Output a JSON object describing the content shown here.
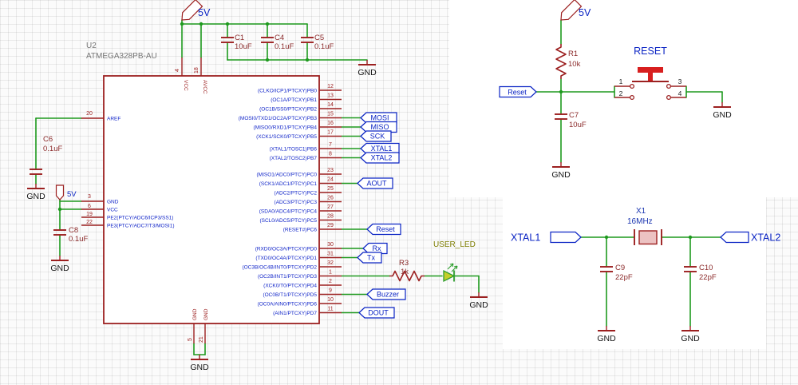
{
  "power": {
    "v5": "5V",
    "gnd": "GND"
  },
  "labels": {
    "reset_title": "RESET",
    "user_led": "USER_LED"
  },
  "nets": {
    "mosi": "MOSI",
    "miso": "MISO",
    "sck": "SCK",
    "xtal1": "XTAL1",
    "xtal2": "XTAL2",
    "aout": "AOUT",
    "reset": "Reset",
    "rx": "Rx",
    "tx": "Tx",
    "buzzer": "Buzzer",
    "dout": "DOUT"
  },
  "components": {
    "u2": {
      "ref": "U2",
      "part": "ATMEGA328PB-AU"
    },
    "c1": {
      "ref": "C1",
      "val": "10uF"
    },
    "c4": {
      "ref": "C4",
      "val": "0.1uF"
    },
    "c5": {
      "ref": "C5",
      "val": "0.1uF"
    },
    "c6": {
      "ref": "C6",
      "val": "0.1uF"
    },
    "c7": {
      "ref": "C7",
      "val": "10uF"
    },
    "c8": {
      "ref": "C8",
      "val": "0.1uF"
    },
    "c9": {
      "ref": "C9",
      "val": "22pF"
    },
    "c10": {
      "ref": "C10",
      "val": "22pF"
    },
    "r1": {
      "ref": "R1",
      "val": "10k"
    },
    "r3": {
      "ref": "R3",
      "val": "1k"
    },
    "x1": {
      "ref": "X1",
      "val": "16MHz"
    },
    "sw1": {
      "pins": [
        "1",
        "2",
        "3",
        "4"
      ]
    }
  },
  "mcu": {
    "top_pins": [
      {
        "num": "4",
        "name": "VCC"
      },
      {
        "num": "18",
        "name": "AVCC"
      }
    ],
    "bottom_pins": [
      {
        "num": "5",
        "name": "GND"
      },
      {
        "num": "21",
        "name": "GND"
      }
    ],
    "left_pins": [
      {
        "num": "20",
        "name": "AREF"
      },
      {
        "num": "3",
        "name": "GND"
      },
      {
        "num": "6",
        "name": "VCC"
      },
      {
        "num": "19",
        "name": "PE2(PTCY/ADC6/ICP3/SS1)"
      },
      {
        "num": "22",
        "name": "PE3(PTCY/ADC7/T3/MOSI1)"
      }
    ],
    "right_pins": [
      {
        "num": "12",
        "name": "(CLKO/ICP1/PTCXY)PB0"
      },
      {
        "num": "13",
        "name": "(OC1A/PTCXY)PB1"
      },
      {
        "num": "14",
        "name": "(OC1B/SS0/PTCXY)PB2"
      },
      {
        "num": "15",
        "name": "(MOSI0/TXD1/OC2A/PTCXY)PB3"
      },
      {
        "num": "16",
        "name": "(MISO0/RXD1/PTCXY)PB4"
      },
      {
        "num": "17",
        "name": "(XCK1/SCK0/PTCXY)PB5"
      },
      {
        "num": "7",
        "name": "(XTAL1/TOSC1)PB6"
      },
      {
        "num": "8",
        "name": "(XTAL2/TOSC2)PB7"
      },
      {
        "num": "23",
        "name": "(MISO1/ADC0/PTCY)PC0"
      },
      {
        "num": "24",
        "name": "(SCK1/ADC1/PTCY)PC1"
      },
      {
        "num": "25",
        "name": "(ADC2/PTCY)PC2"
      },
      {
        "num": "26",
        "name": "(ADC3/PTCY)PC3"
      },
      {
        "num": "27",
        "name": "(SDA0/ADC4/PTCY)PC4"
      },
      {
        "num": "28",
        "name": "(SCL0/ADC5/PTCY)PC5"
      },
      {
        "num": "29",
        "name": "(RESET#)PC6"
      },
      {
        "num": "30",
        "name": "(RXD0/OC3A/PTCXY)PD0"
      },
      {
        "num": "31",
        "name": "(TXD0/OC4A/PTCXY)PD1"
      },
      {
        "num": "32",
        "name": "(OC3B/OC4B/INT0/PTCXY)PD2"
      },
      {
        "num": "1",
        "name": "(OC2B/INT1/PTCXY)PD3"
      },
      {
        "num": "2",
        "name": "(XCK0/T0/PTCXY)PD4"
      },
      {
        "num": "9",
        "name": "(OC0B/T1/PTCXY)PD5"
      },
      {
        "num": "10",
        "name": "(OC0A/AIN0/PTCXY)PD6"
      },
      {
        "num": "11",
        "name": "(AIN1/PTCXY)PD7"
      }
    ]
  }
}
